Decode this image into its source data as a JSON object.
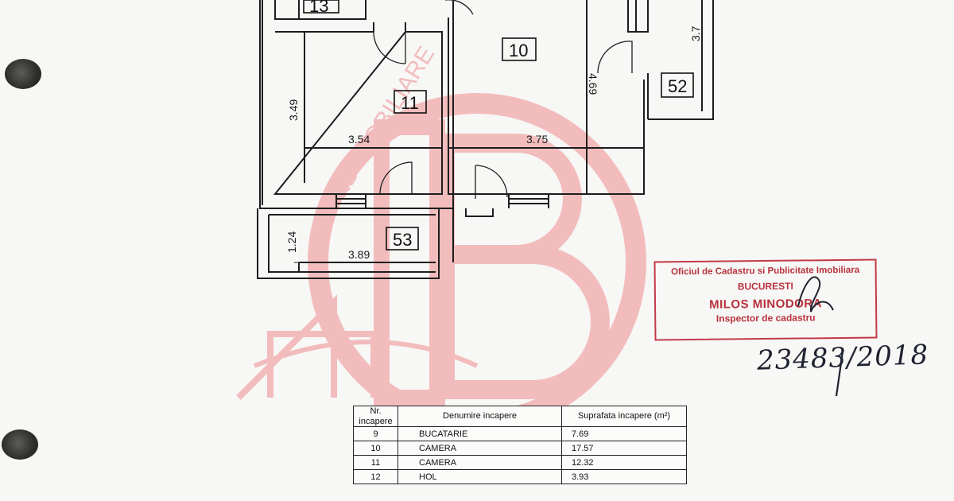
{
  "plan": {
    "rooms": [
      "13",
      "10",
      "11",
      "52",
      "53"
    ],
    "dimensions": {
      "d_3_7": "3.7",
      "d_4_69": "4.69",
      "d_3_49": "3.49",
      "d_3_54": "3.54",
      "d_3_75": "3.75",
      "d_1_24": "1.24",
      "d_3_89": "3.89"
    }
  },
  "watermark": {
    "text": "B&B IMOBILIARE",
    "color": "#e8474f"
  },
  "stamp": {
    "line1": "Oficiul de Cadastru si Publicitate Imobiliara",
    "line2": "BUCURESTI",
    "line3": "MILOS MINODORA",
    "line4": "Inspector de cadastru",
    "color": "#c23a46"
  },
  "handwritten_number": "23483/2018",
  "table": {
    "headers": [
      "Nr. incapere",
      "Denumire incapere",
      "Suprafata incapere (m²)"
    ],
    "rows": [
      {
        "nr": "9",
        "name": "BUCATARIE",
        "area": "7.69"
      },
      {
        "nr": "10",
        "name": "CAMERA",
        "area": "17.57"
      },
      {
        "nr": "11",
        "name": "CAMERA",
        "area": "12.32"
      },
      {
        "nr": "12",
        "name": "HOL",
        "area": "3.93"
      }
    ]
  }
}
